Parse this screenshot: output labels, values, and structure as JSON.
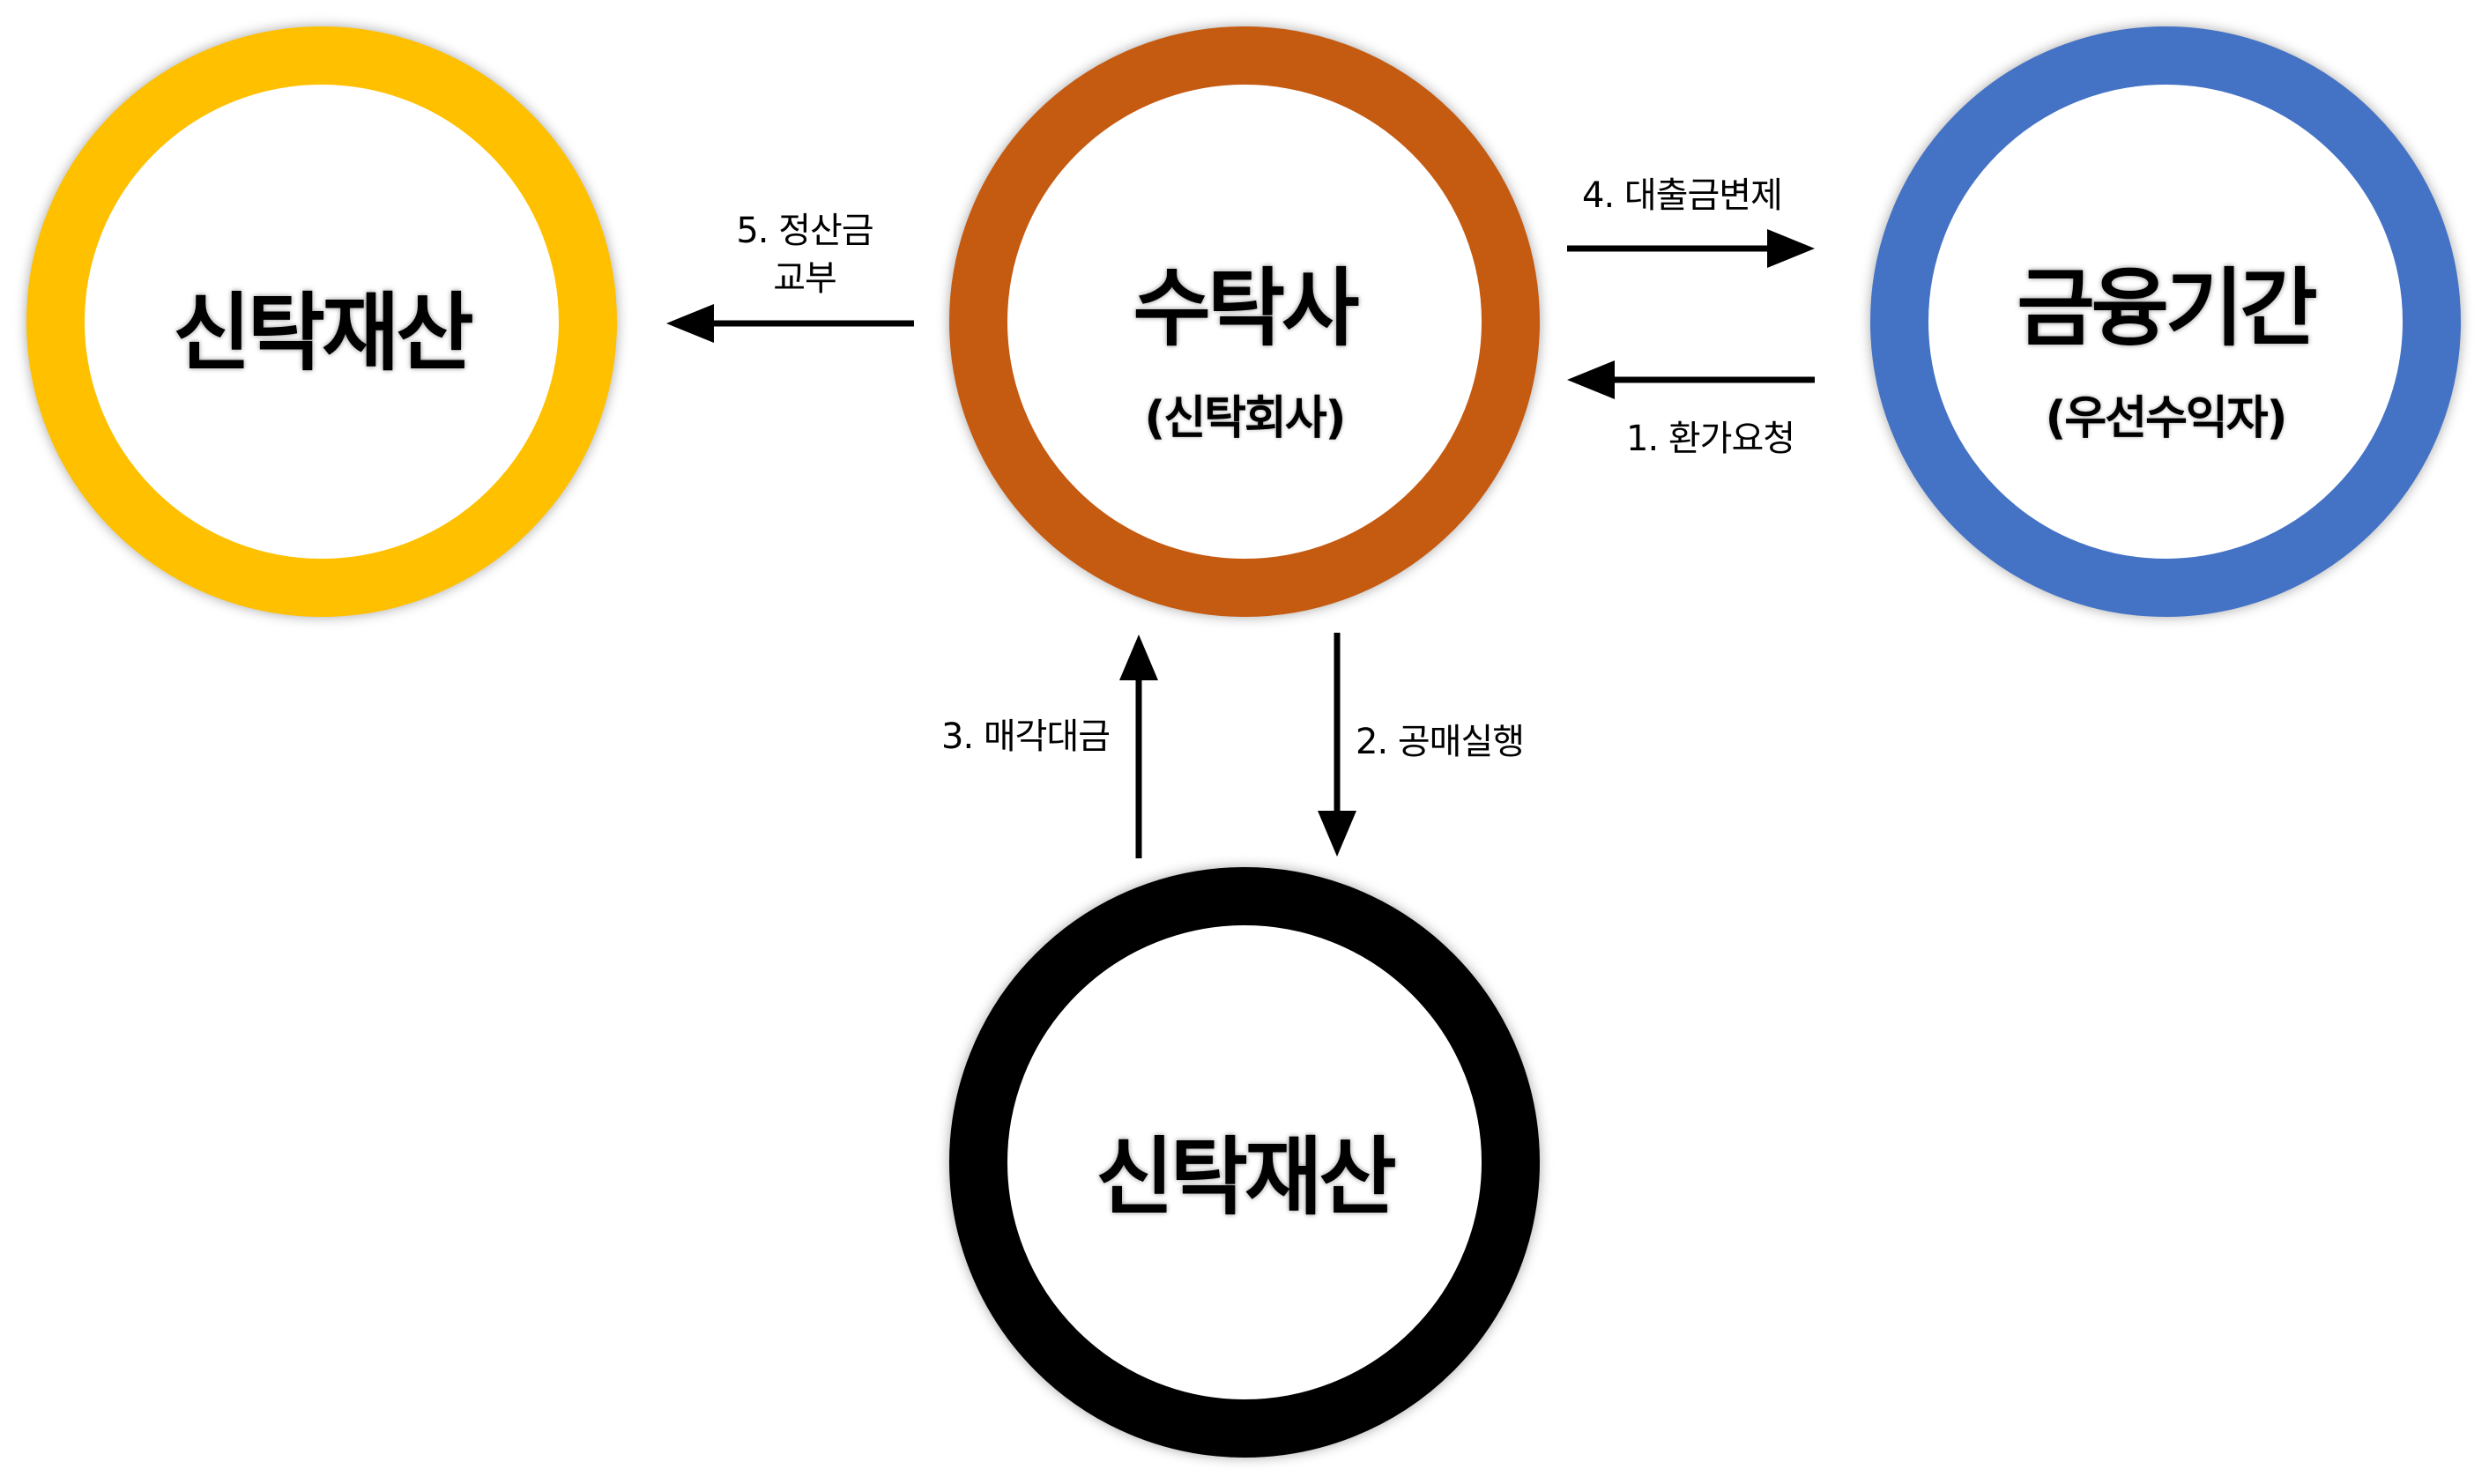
{
  "nodes": {
    "left": {
      "title": "신탁재산",
      "color": "#FFC000"
    },
    "center": {
      "title": "수탁사",
      "subtitle": "(신탁회사)",
      "color": "#C55A11"
    },
    "right": {
      "title": "금융기간",
      "subtitle": "(우선수익자)",
      "color": "#4472C4"
    },
    "bottom": {
      "title": "신탁재산",
      "color": "#000000"
    }
  },
  "edges": {
    "step1": "1. 환가요청",
    "step2": "2. 공매실행",
    "step3": "3. 매각대금",
    "step4": "4. 대출금변제",
    "step5_line1": "5. 정산금",
    "step5_line2": "교부"
  }
}
